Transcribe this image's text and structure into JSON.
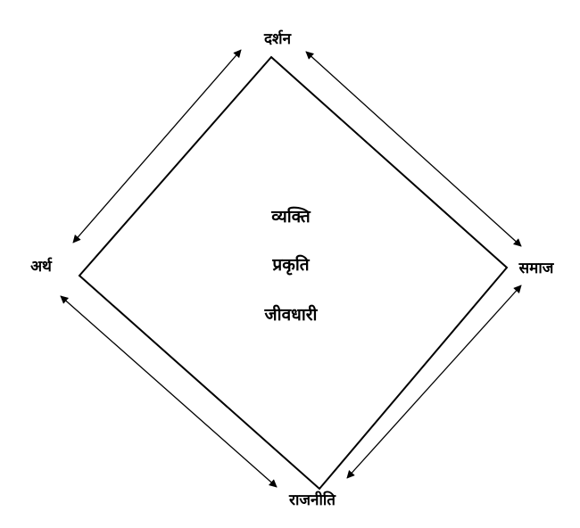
{
  "nodes": {
    "top": "दर्शन",
    "left": "अर्थ",
    "right": "समाज",
    "bottom": "राजनीति"
  },
  "center": [
    "व्यक्ति",
    "प्रकृति",
    "जीवधारी"
  ],
  "colors": {
    "stroke": "#000000",
    "background": "#ffffff"
  },
  "arrows": [
    {
      "from": "top",
      "to": "left",
      "direction": "bidirectional"
    },
    {
      "from": "top",
      "to": "right",
      "direction": "bidirectional"
    },
    {
      "from": "left",
      "to": "bottom",
      "direction": "bidirectional"
    },
    {
      "from": "right",
      "to": "bottom",
      "direction": "bidirectional"
    }
  ]
}
